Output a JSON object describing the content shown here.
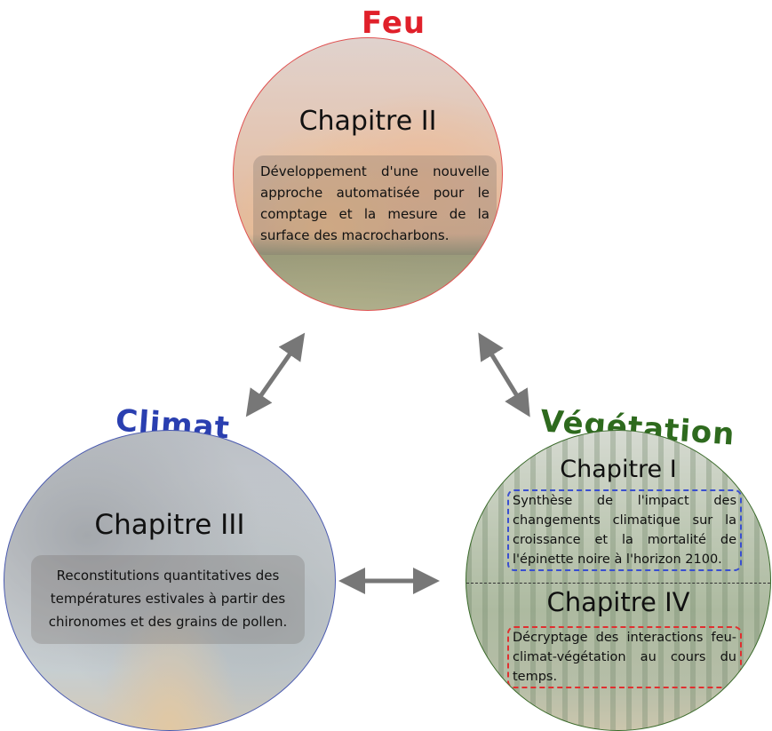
{
  "titles": {
    "feu": "Feu",
    "climat": "Climat",
    "vegetation": "Végétation"
  },
  "chapters": {
    "ch2": {
      "title": "Chapitre II",
      "text": "Développement d'une nouvelle approche automatisée pour le comptage et la mesure de la surface des macrocharbons."
    },
    "ch3": {
      "title": "Chapitre III",
      "text": "Reconstitutions quantitatives des températures estivales à partir des chironomes et des grains de pollen."
    },
    "ch1": {
      "title": "Chapitre I",
      "text": "Synthèse de l'impact des changements climatique sur la croissance et la mortalité de l'épinette noire à l'horizon 2100."
    },
    "ch4": {
      "title": "Chapitre IV",
      "text": "Décryptage des interactions feu-climat-végétation au cours du temps."
    }
  },
  "colors": {
    "feu": "#e0202a",
    "climat": "#2a3fb0",
    "vegetation": "#2e6a1e",
    "arrow": "#777777",
    "box_blue_dash": "#3a4fd0",
    "box_red_dash": "#e03030"
  }
}
